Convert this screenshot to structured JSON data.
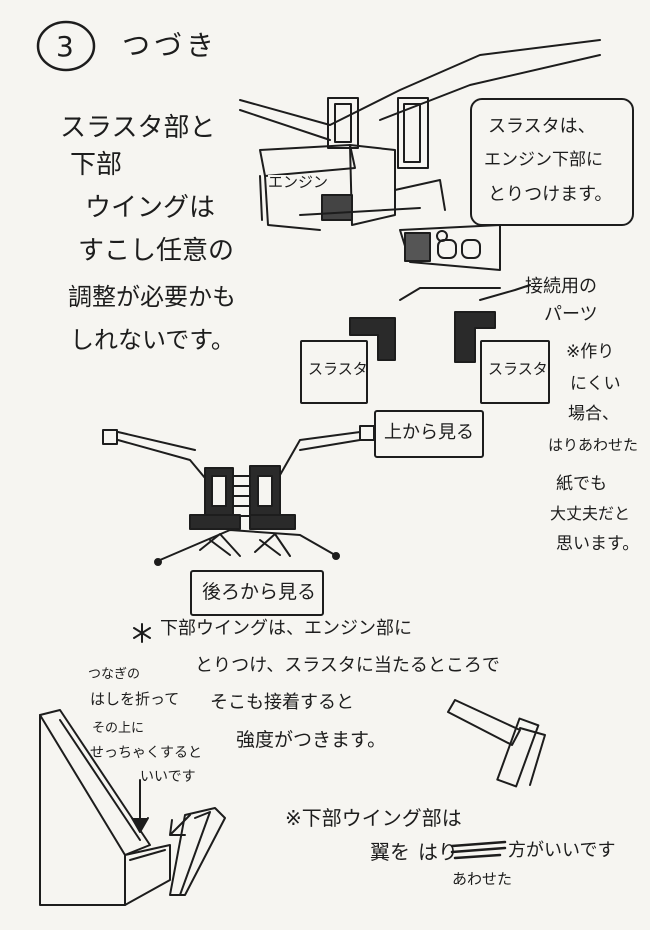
{
  "page": {
    "step_number": "3",
    "title": "つづき"
  },
  "left_note": {
    "lines": [
      "スラスタ部と",
      "下部",
      "ウイングは",
      "すこし任意の",
      "調整が必要かも",
      "しれないです。"
    ]
  },
  "callout_box": {
    "lines": [
      "スラスタは、",
      "エンジン下部に",
      "とりつけます。"
    ]
  },
  "engine_label": "エンジン",
  "thruster_left_label": "スラスタ",
  "thruster_right_label": "スラスタ",
  "connector_note": {
    "lines": [
      "接続用の",
      "パーツ"
    ]
  },
  "side_note": {
    "lines": [
      "※作り",
      "にくい",
      "場合、",
      "はりあわせた",
      "紙でも",
      "大丈夫だと",
      "思います。"
    ]
  },
  "view_from_top_label": "上から見る",
  "view_from_back_label": "後ろから見る",
  "instruction": {
    "lines": [
      "下部ウイングは、エンジン部に",
      "とりつけ、スラスタに当たるところで",
      "そこも接着すると",
      "強度がつきます。"
    ]
  },
  "fold_note": {
    "lines": [
      "つなぎの",
      "はしを折って",
      "その上に",
      "せっちゃくすると",
      "いいです"
    ]
  },
  "bottom_note": {
    "line1": "※下部ウイング部は",
    "line2_prefix": "翼を",
    "line2_struck": "はり",
    "line2_suffix": "方がいいです",
    "line3": "あわせた"
  }
}
